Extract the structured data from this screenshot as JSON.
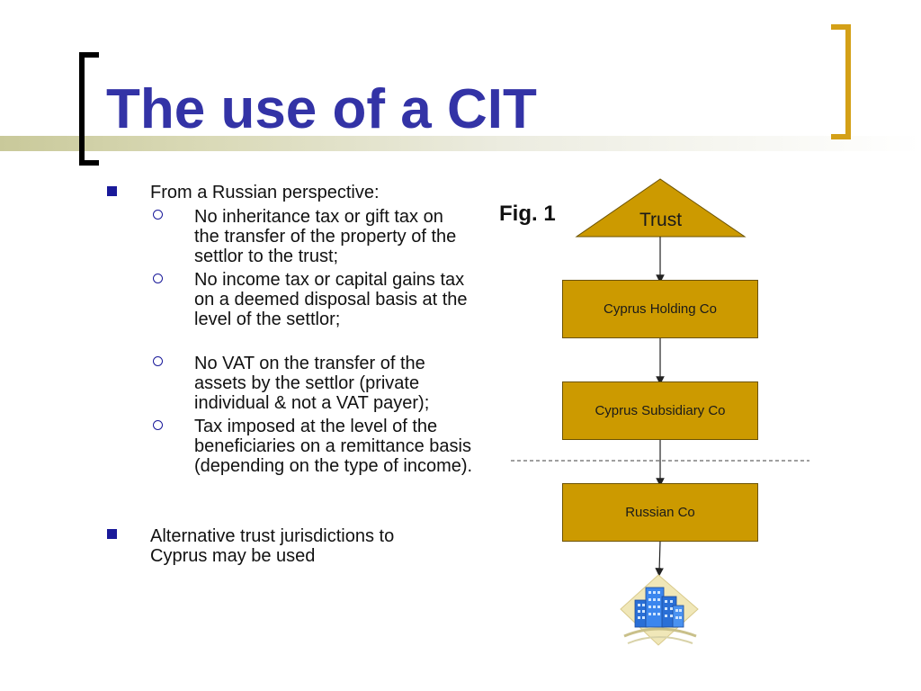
{
  "slide": {
    "title": "The use of a CIT"
  },
  "bullets": [
    {
      "text": "From a Russian perspective:",
      "sub": [
        "No inheritance tax or gift tax on the transfer of the property of the settlor to the trust;",
        "No income tax or capital gains tax on a deemed disposal basis at the level of the settlor;",
        "No VAT on the transfer of the assets by the settlor (private individual & not a VAT payer);",
        "Tax imposed at the level of the beneficiaries on a remittance basis (depending on the type of income)."
      ]
    },
    {
      "text": "Alternative trust jurisdictions to Cyprus may be used"
    }
  ],
  "diagram": {
    "fig_label": "Fig. 1",
    "trust": "Trust",
    "holding": "Cyprus Holding Co",
    "subsidiary": "Cyprus Subsidiary Co",
    "russian": "Russian Co",
    "colors": {
      "box_fill": "#cc9a00",
      "title_blue": "#3333a6",
      "bracket_gold": "#d4a017"
    },
    "icons": {
      "company": "office-building-icon"
    }
  }
}
